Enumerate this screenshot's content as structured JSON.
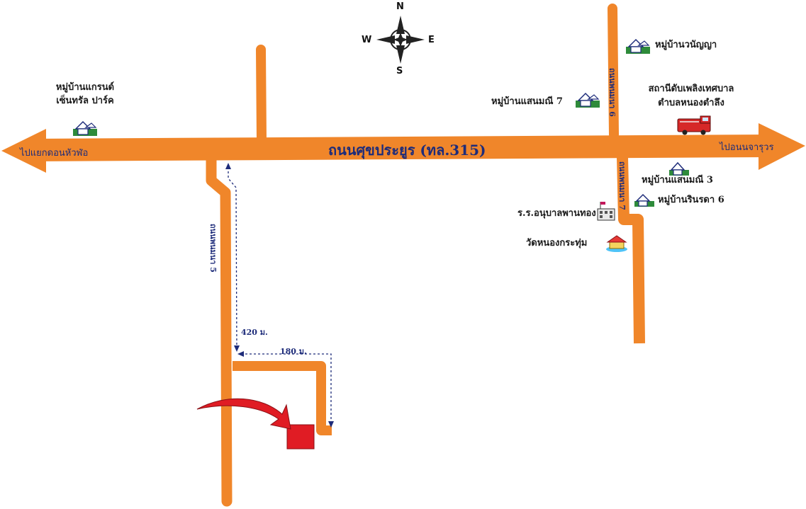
{
  "main_road": {
    "name": "ถนนศุขประยูร (ทล.315)",
    "west_label": "ไปแยกดอนหัวฬ่อ",
    "east_label": "ไปอนนจารุวร"
  },
  "side_roads": {
    "soi5": "ถนนพนมนา 5",
    "soi6": "ถนนพนมนา 6",
    "soi7": "ถนนพนมนา 7"
  },
  "compass": {
    "n": "N",
    "s": "S",
    "e": "E",
    "w": "W"
  },
  "places": {
    "grand_central_1": "หมู่บ้านแกรนด์",
    "grand_central_2": "เซ็นทรัล ปาร์ค",
    "wanyaya": "หมู่บ้านวนัญญา",
    "sanmanee7": "หมู่บ้านแสนมณี 7",
    "fire_station_1": "สถานีดับเพลิงเทศบาล",
    "fire_station_2": "ตำบลหนองตำลึง",
    "sanmanee3": "หมู่บ้านแสนมณี 3",
    "rinrada6": "หมู่บ้านรินรดา 6",
    "school": "ร.ร.อนุบาลพานทอง",
    "temple": "วัดหนองกระทุ่ม"
  },
  "distances": {
    "vertical": "420 ม.",
    "horizontal": "180 ม."
  },
  "colors": {
    "road": "#f0862a",
    "text": "#1e2c7a",
    "destination": "#e01c24",
    "icon": "#2e8b3a"
  }
}
